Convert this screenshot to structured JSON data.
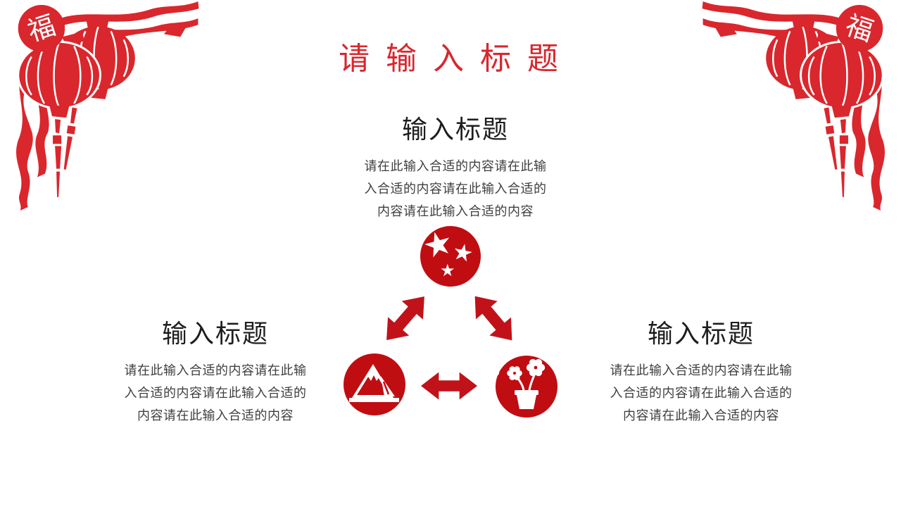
{
  "slide": {
    "title": "请 输 入 标 题",
    "fu_character": "福",
    "colors": {
      "accent_red": "#d9272d",
      "icon_circle_red": "#c00d12",
      "arrow_red": "#c1121a",
      "heading_text": "#1e1e1e",
      "body_text": "#3e3e3e",
      "background": "#ffffff"
    },
    "sections": {
      "top": {
        "heading": "输入标题",
        "lines": [
          "请在此输入合适的内容请在此输",
          "入合适的内容请在此输入合适的",
          "内容请在此输入合适的内容"
        ]
      },
      "left": {
        "heading": "输入标题",
        "lines": [
          "请在此输入合适的内容请在此输",
          "入合适的内容请在此输入合适的",
          "内容请在此输入合适的内容"
        ]
      },
      "right": {
        "heading": "输入标题",
        "lines": [
          "请在此输入合适的内容请在此输",
          "入合适的内容请在此输入合适的",
          "内容请在此输入合适的内容"
        ]
      }
    },
    "icons": {
      "top_circle": "stars-icon",
      "bottom_left_circle": "mountain-icon",
      "bottom_right_circle": "flowerpot-icon",
      "corner_decoration": "chinese-lanterns-icon",
      "star_glyph": "★"
    }
  }
}
